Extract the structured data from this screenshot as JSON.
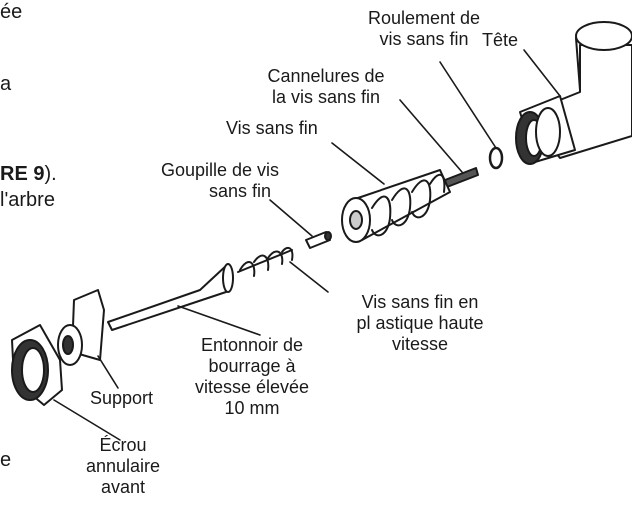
{
  "left_text": {
    "line1": "ée",
    "line2": "a",
    "line3_bold": "RE 9",
    "line3_rest": ").",
    "line4": "l'arbre",
    "line5": "e"
  },
  "labels": {
    "roulement": [
      "Roulement de",
      "vis sans fin"
    ],
    "tete": "Tête",
    "cannelures": [
      "Cannelures de",
      "la vis sans fin"
    ],
    "vis_sans_fin": "Vis sans fin",
    "goupille": [
      "Goupille de vis",
      "sans fin"
    ],
    "vis_plastique": [
      "Vis sans fin en",
      "pl astique haute",
      "vitesse"
    ],
    "entonnoir": [
      "Entonnoir de",
      "bourrage à",
      "vitesse élevée",
      "10 mm"
    ],
    "support": "Support",
    "ecrou": [
      "Écrou",
      "annulaire",
      "avant"
    ]
  }
}
